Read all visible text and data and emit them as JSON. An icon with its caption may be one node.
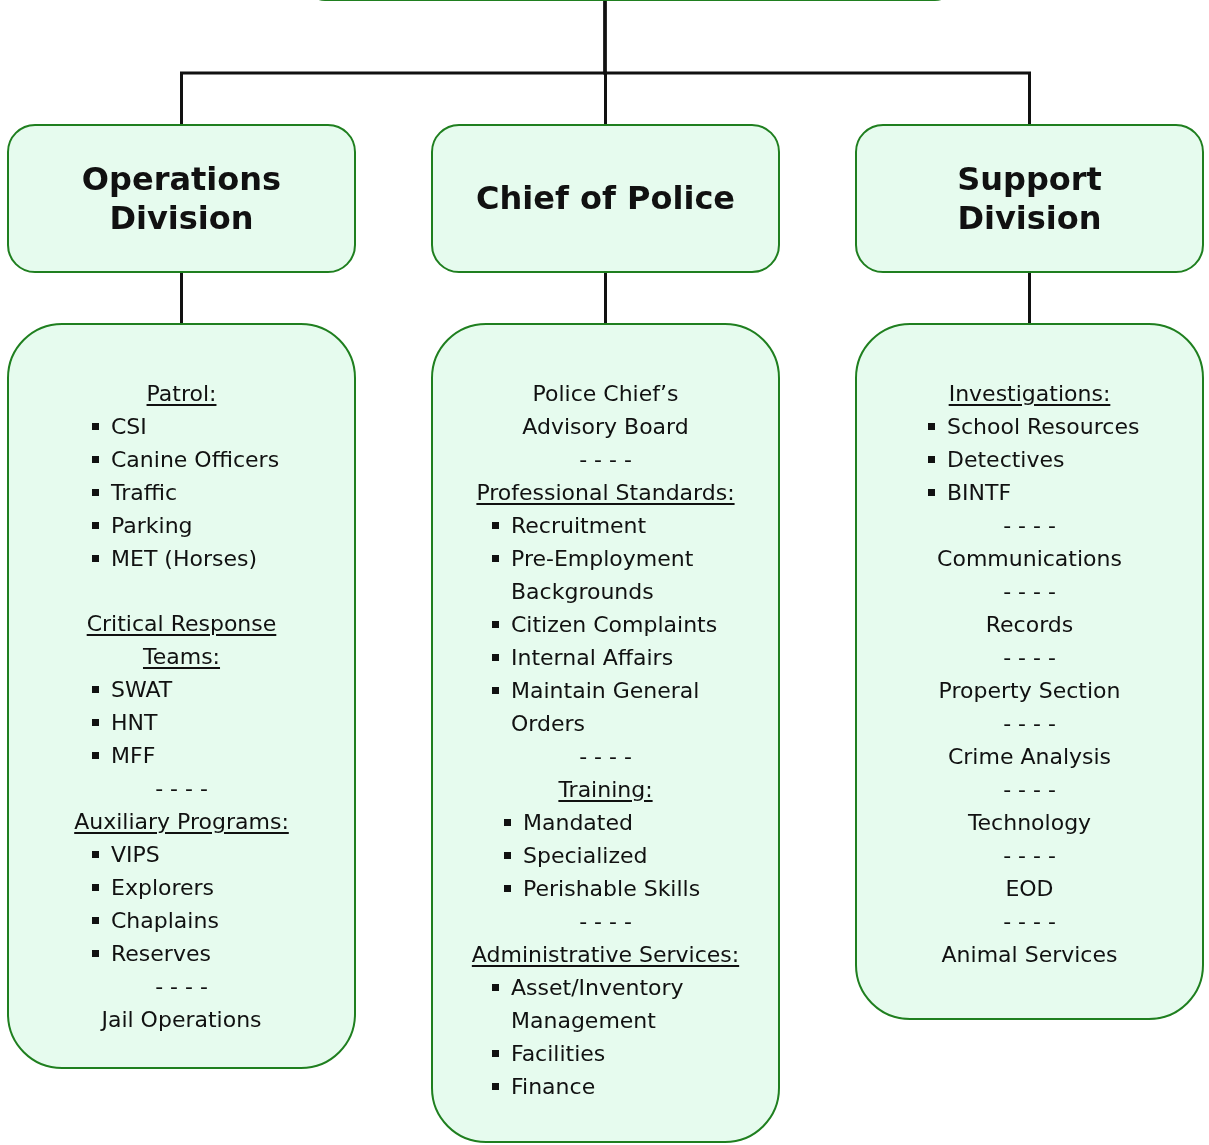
{
  "diagram": {
    "nodes": [
      {
        "text": [],
        "shape": "box"
      },
      {
        "text": [
          "Operations Division"
        ]
      },
      {
        "text": [
          "Chief of Police"
        ]
      },
      {
        "text": [
          "Support Division"
        ]
      },
      {
        "text": [
          "Patrol:",
          "CSI",
          "Canine Officers",
          "Traffic",
          "Parking",
          "MET (Horses)",
          "Critical Response Teams:",
          "SWAT",
          "HNT",
          "MFF",
          "- - - -",
          "Auxiliary Programs:",
          "VIPS",
          "Explorers",
          "Chaplains",
          "Reserves",
          "- - - -",
          "Jail Operations"
        ]
      },
      {
        "text": [
          "Police Chief’s Advisory Board",
          "- - - -",
          "Professional Standards:",
          "Recruitment",
          "Pre-Employment Backgrounds",
          "Citizen Complaints",
          "Internal Affairs",
          "Maintain General Orders",
          "- - - -",
          "Training:",
          "Mandated",
          "Specialized",
          "Perishable Skills",
          "- - - -",
          "Administrative Services:",
          "Asset/Inventory Management",
          "Facilities",
          "Finance"
        ]
      },
      {
        "text": [
          "Investigations:",
          "School Resources",
          "Detectives",
          "BINTF",
          "- - - -",
          "Communications",
          "- - - -",
          "Records",
          "- - - -",
          "Property Section",
          "- - - -",
          "Crime Analysis",
          "- - - -",
          "Technology",
          "- - - -",
          "EOD",
          "- - - -",
          "Animal Services"
        ]
      }
    ],
    "edges": [
      {
        "from": 0,
        "to": 1,
        "arrow": "none"
      },
      {
        "from": 0,
        "to": 2,
        "arrow": "none"
      },
      {
        "from": 0,
        "to": 3,
        "arrow": "none"
      },
      {
        "from": 1,
        "to": 4,
        "arrow": "none"
      },
      {
        "from": 2,
        "to": 5,
        "arrow": "none"
      },
      {
        "from": 3,
        "to": 6,
        "arrow": "none"
      }
    ]
  }
}
